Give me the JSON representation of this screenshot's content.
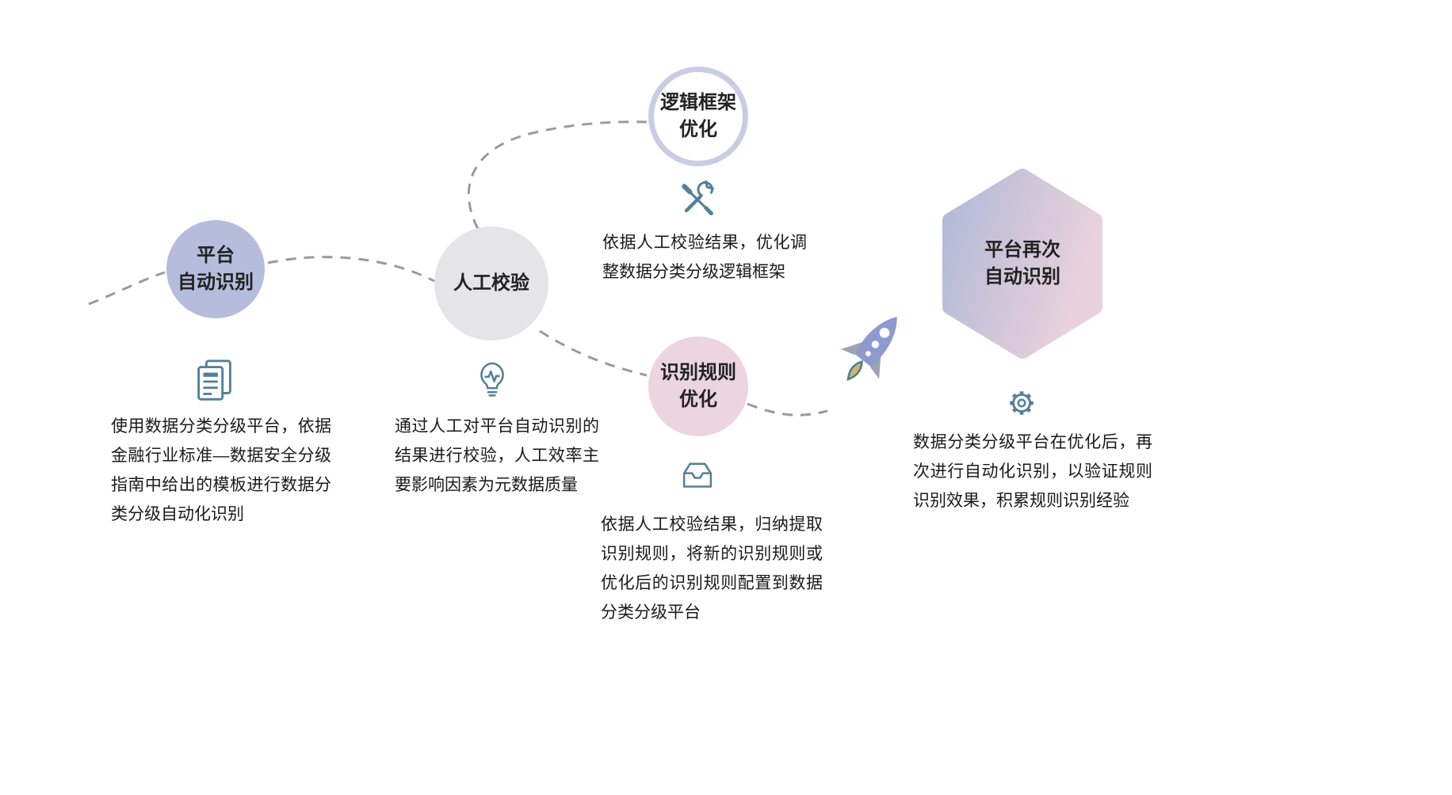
{
  "nodes": {
    "platform_auto": {
      "label": "平台\n自动识别"
    },
    "manual_check": {
      "label": "人工校验"
    },
    "logic_opt": {
      "label": "逻辑框架\n优化"
    },
    "rule_opt": {
      "label": "识别规则\n优化"
    },
    "platform_again": {
      "label": "平台再次\n自动识别"
    }
  },
  "descriptions": {
    "platform_auto": "使用数据分类分级平台，依据金融行业标准—数据安全分级指南中给出的模板进行数据分类分级自动化识别",
    "manual_check": "通过人工对平台自动识别的结果进行校验，人工效率主要影响因素为元数据质量",
    "logic_opt": "依据人工校验结果，优化调整数据分类分级逻辑框架",
    "rule_opt": "依据人工校验结果，归纳提取识别规则，将新的识别规则或优化后的识别规则配置到数据分类分级平台",
    "platform_again": "数据分类分级平台在优化后，再次进行自动化识别，以验证规则识别效果，积累规则识别经验"
  },
  "icons": {
    "platform_auto": "document-icon",
    "manual_check": "lightbulb-icon",
    "logic_opt": "tools-icon",
    "rule_opt": "tray-icon",
    "platform_again": "gear-icon",
    "transition": "rocket-icon"
  },
  "colors": {
    "platform_auto_bg": "#b6bcdc",
    "manual_check_bg": "#e5e4e6",
    "logic_opt_border": "#c9cde4",
    "rule_opt_bg": "#ecd5df",
    "hex_grad_start": "#b2b9d8",
    "hex_grad_end": "#e9d1db",
    "icon": "#53809c",
    "connector": "#9a9a9a",
    "rocket_body": "#8e9ace",
    "rocket_fin": "#9aa3b0",
    "rocket_flame": "#d8b269"
  }
}
